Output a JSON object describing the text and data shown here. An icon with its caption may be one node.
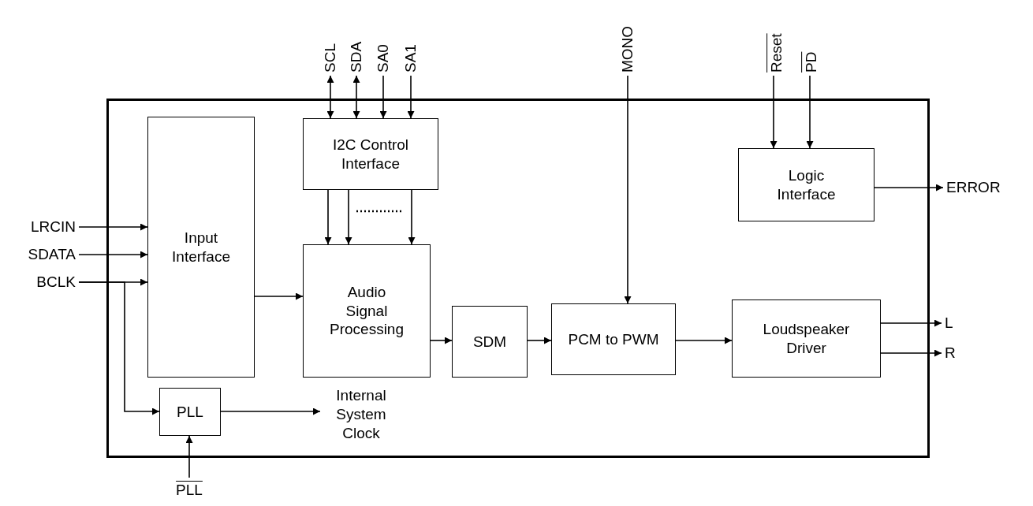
{
  "diagram": {
    "nodes": [
      {
        "text": [],
        "shape": "box"
      },
      {
        "text": [
          "Input Interface"
        ],
        "in": 0
      },
      {
        "text": [
          "I2C Control Interface"
        ],
        "in": 0
      },
      {
        "text": [
          "Audio Signal Processing"
        ],
        "in": 0
      },
      {
        "text": [
          "SDM"
        ],
        "in": 0
      },
      {
        "text": [
          "PCM to PWM"
        ],
        "in": 0
      },
      {
        "text": [
          "Loudspeaker Driver"
        ],
        "in": 0
      },
      {
        "text": [
          "Logic Interface"
        ],
        "in": 0
      },
      {
        "text": [
          "PLL"
        ],
        "in": 0
      },
      {
        "text": [
          "LRCIN"
        ]
      },
      {
        "text": [
          "SDATA"
        ]
      },
      {
        "text": [
          "BCLK"
        ]
      },
      {
        "text": [
          "SCL"
        ]
      },
      {
        "text": [
          "SDA"
        ]
      },
      {
        "text": [
          "SA0"
        ]
      },
      {
        "text": [
          "SA1"
        ]
      },
      {
        "text": [
          "MONO"
        ]
      },
      {
        "text": [
          "Reset"
        ]
      },
      {
        "text": [
          "PD"
        ]
      },
      {
        "text": [
          "ERROR"
        ]
      },
      {
        "text": [
          "L"
        ]
      },
      {
        "text": [
          "R"
        ]
      },
      {
        "text": [
          "PLL"
        ]
      },
      {
        "text": [
          "Internal System Clock"
        ],
        "in": 0
      }
    ],
    "edges": [
      {
        "from": 9,
        "to": 1,
        "arrow": "to"
      },
      {
        "from": 10,
        "to": 1,
        "arrow": "to"
      },
      {
        "from": 11,
        "to": 1,
        "arrow": "to"
      },
      {
        "from": 11,
        "to": 8,
        "arrow": "to"
      },
      {
        "from": 12,
        "to": 2,
        "arrow": "both"
      },
      {
        "from": 13,
        "to": 2,
        "arrow": "both"
      },
      {
        "from": 14,
        "to": 2,
        "arrow": "to"
      },
      {
        "from": 15,
        "to": 2,
        "arrow": "to"
      },
      {
        "from": 2,
        "to": 3,
        "arrow": "to"
      },
      {
        "from": 2,
        "to": 3,
        "arrow": "to"
      },
      {
        "from": 2,
        "to": 3,
        "arrow": "to"
      },
      {
        "from": 1,
        "to": 3,
        "arrow": "to"
      },
      {
        "from": 3,
        "to": 4,
        "arrow": "to"
      },
      {
        "from": 4,
        "to": 5,
        "arrow": "to"
      },
      {
        "from": 16,
        "to": 5,
        "arrow": "to"
      },
      {
        "from": 5,
        "to": 6,
        "arrow": "to"
      },
      {
        "from": 6,
        "to": 20,
        "arrow": "to"
      },
      {
        "from": 6,
        "to": 21,
        "arrow": "to"
      },
      {
        "from": 17,
        "to": 7,
        "arrow": "to"
      },
      {
        "from": 18,
        "to": 7,
        "arrow": "to"
      },
      {
        "from": 7,
        "to": 19,
        "arrow": "to"
      },
      {
        "from": 8,
        "to": 23,
        "arrow": "to"
      },
      {
        "from": 22,
        "to": 8,
        "arrow": "to"
      }
    ]
  }
}
